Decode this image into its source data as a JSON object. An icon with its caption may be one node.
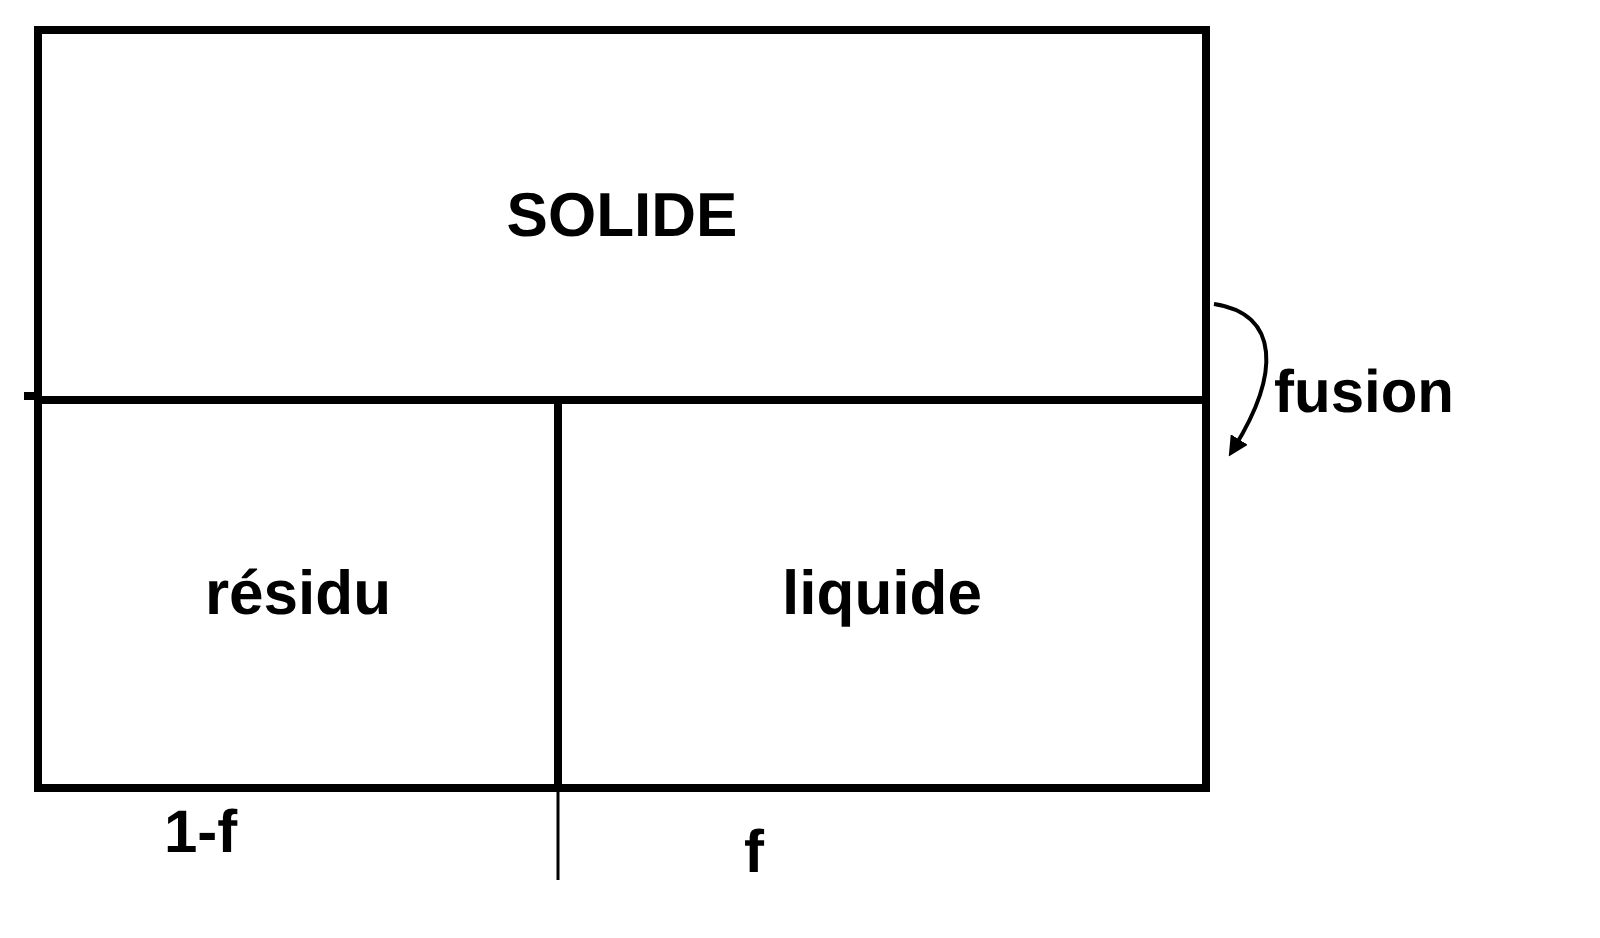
{
  "diagram": {
    "nodes": [
      {
        "text": [
          "SOLIDE"
        ]
      },
      {
        "text": [
          "résidu"
        ]
      },
      {
        "text": [
          "liquide"
        ]
      }
    ],
    "edges": [
      {
        "from": 0,
        "to": 2,
        "arrow": "to",
        "label": "fusion"
      }
    ],
    "labels": [
      "1-f",
      "f"
    ]
  }
}
